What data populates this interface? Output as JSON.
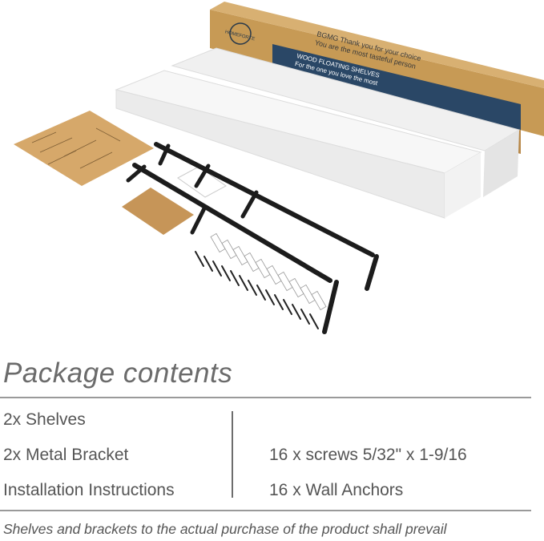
{
  "box": {
    "brand": "HOMEFORTE",
    "message_line1": "BGMG Thank you for your choice",
    "message_line2": "You are the most tasteful person",
    "product_line1": "WOOD FLOATING SHELVES",
    "product_line2": "For the one you love the most"
  },
  "heading": "Package contents",
  "contents_left": [
    "2x Shelves",
    "2x Metal Bracket",
    "Installation Instructions"
  ],
  "contents_right": [
    "16 x screws 5/32\" x 1-9/16",
    "16 x Wall Anchors"
  ],
  "disclaimer": "Shelves and brackets to the actual purchase of the product shall prevail",
  "colors": {
    "box_kraft": "#c79a55",
    "box_band": "#2a4766",
    "shelf_white": "#f4f4f4",
    "bracket": "#1c1c1c",
    "text_gray": "#555555"
  }
}
